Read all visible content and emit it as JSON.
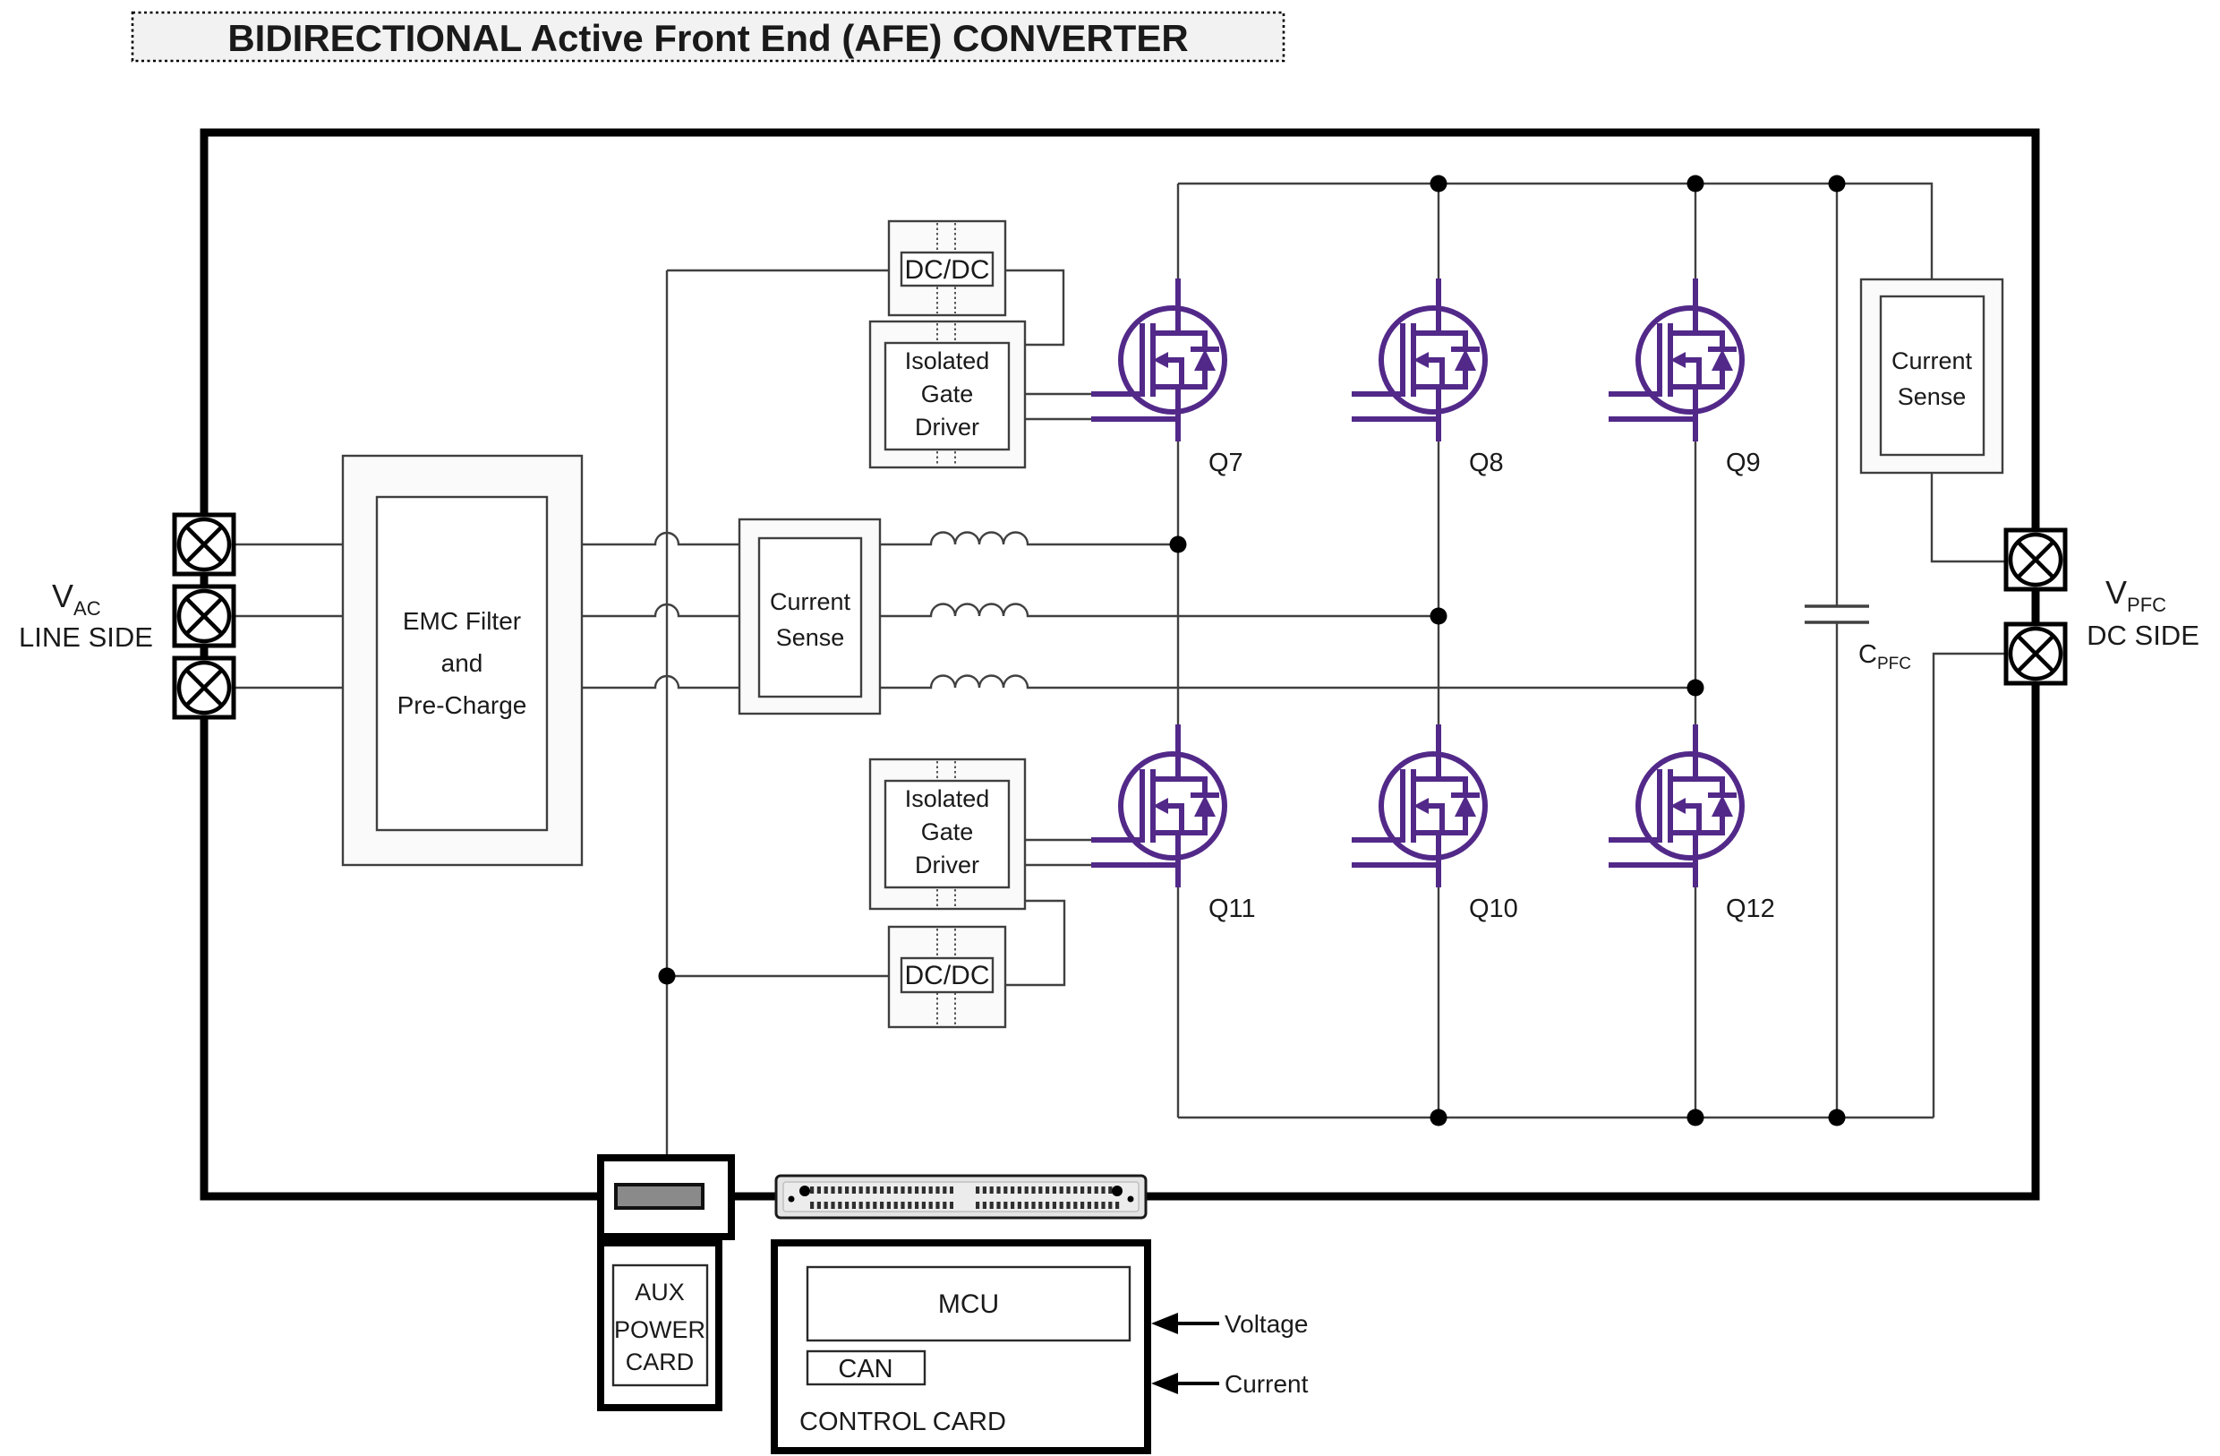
{
  "title": "BIDIRECTIONAL Active Front End (AFE) CONVERTER",
  "ports": {
    "line": {
      "symbol": "V",
      "sub": "AC",
      "label": "LINE SIDE"
    },
    "dc": {
      "symbol": "V",
      "sub": "PFC",
      "label": "DC SIDE"
    }
  },
  "blocks": {
    "emc": {
      "line1": "EMC Filter",
      "line2": "and",
      "line3": "Pre-Charge"
    },
    "cs_left": {
      "line1": "Current",
      "line2": "Sense"
    },
    "cs_right": {
      "line1": "Current",
      "line2": "Sense"
    },
    "dcdc_top": {
      "label": "DC/DC"
    },
    "dcdc_bottom": {
      "label": "DC/DC"
    },
    "gd_top": {
      "line1": "Isolated",
      "line2": "Gate",
      "line3": "Driver"
    },
    "gd_bottom": {
      "line1": "Isolated",
      "line2": "Gate",
      "line3": "Driver"
    },
    "aux": {
      "line1": "AUX",
      "line2": "POWER",
      "line3": "CARD"
    },
    "control": {
      "label": "CONTROL CARD",
      "mcu": "MCU",
      "can": "CAN"
    }
  },
  "mosfets": {
    "q7": "Q7",
    "q8": "Q8",
    "q9": "Q9",
    "q10": "Q10",
    "q11": "Q11",
    "q12": "Q12"
  },
  "capacitor": {
    "symbol": "C",
    "sub": "PFC"
  },
  "annotations": {
    "voltage": "Voltage",
    "current": "Current"
  },
  "colors": {
    "mosfet_purple": "#522989",
    "wire": "#404040",
    "block_fill": "#fafafa",
    "title_fill": "#f2f2f2",
    "border": "#000000"
  }
}
